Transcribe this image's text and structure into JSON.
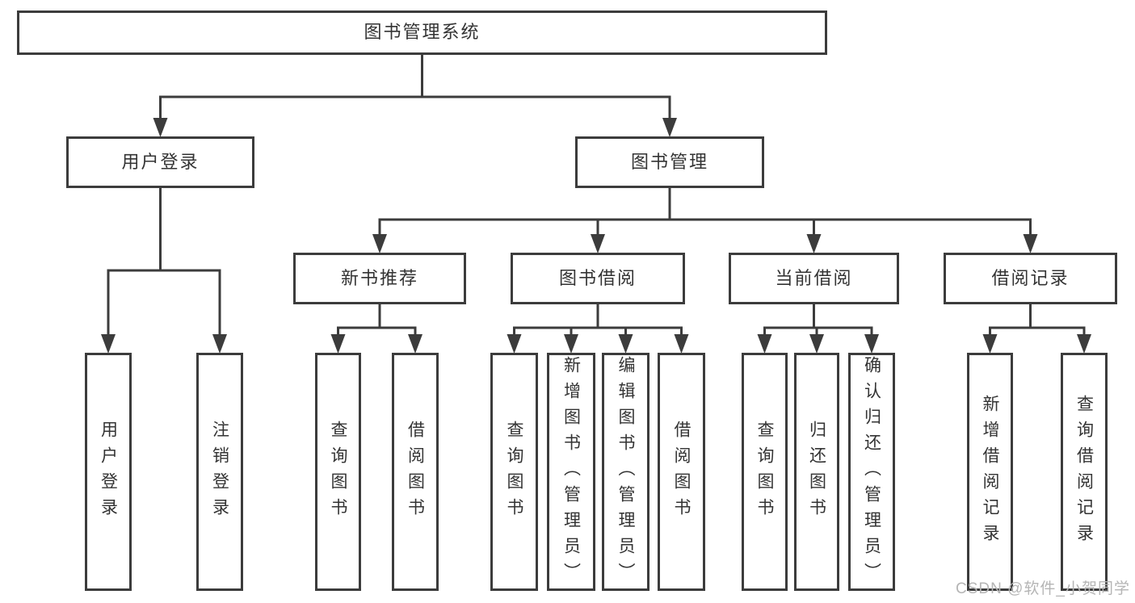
{
  "diagram": {
    "type": "tree",
    "title": "图书管理系统",
    "nodes": [
      {
        "id": "root",
        "label": "图书管理系统",
        "parent": null
      },
      {
        "id": "user-login",
        "label": "用户登录",
        "parent": "root"
      },
      {
        "id": "book-mgmt",
        "label": "图书管理",
        "parent": "root"
      },
      {
        "id": "new-book-rec",
        "label": "新书推荐",
        "parent": "book-mgmt"
      },
      {
        "id": "book-borrow",
        "label": "图书借阅",
        "parent": "book-mgmt"
      },
      {
        "id": "current-borrow",
        "label": "当前借阅",
        "parent": "book-mgmt"
      },
      {
        "id": "borrow-records",
        "label": "借阅记录",
        "parent": "book-mgmt"
      },
      {
        "id": "leaf-user-login",
        "label": "用户登录",
        "parent": "user-login"
      },
      {
        "id": "leaf-logout",
        "label": "注销登录",
        "parent": "user-login"
      },
      {
        "id": "leaf-query-book-recommend",
        "label": "查询图书",
        "parent": "new-book-rec"
      },
      {
        "id": "leaf-borrow-book-recommend",
        "label": "借阅图书",
        "parent": "new-book-rec"
      },
      {
        "id": "leaf-query-book-borrow",
        "label": "查询图书",
        "parent": "book-borrow"
      },
      {
        "id": "leaf-add-book",
        "label": "新增图书（管理员）",
        "parent": "book-borrow"
      },
      {
        "id": "leaf-edit-book",
        "label": "编辑图书（管理员）",
        "parent": "book-borrow"
      },
      {
        "id": "leaf-borrow-book",
        "label": "借阅图书",
        "parent": "book-borrow"
      },
      {
        "id": "leaf-query-book-current",
        "label": "查询图书",
        "parent": "current-borrow"
      },
      {
        "id": "leaf-return-book",
        "label": "归还图书",
        "parent": "current-borrow"
      },
      {
        "id": "leaf-confirm-return",
        "label": "确认归还（管理员）",
        "parent": "current-borrow"
      },
      {
        "id": "leaf-add-borrow-record",
        "label": "新增借阅记录",
        "parent": "borrow-records"
      },
      {
        "id": "leaf-query-borrow-record",
        "label": "查询借阅记录",
        "parent": "borrow-records"
      }
    ]
  },
  "colors": {
    "line": "#3c3c3c",
    "text": "#333333",
    "box_background": "#ffffff",
    "watermark": "#b5b5b5"
  },
  "watermark": {
    "text": "CSDN @软件_小贺同学"
  }
}
